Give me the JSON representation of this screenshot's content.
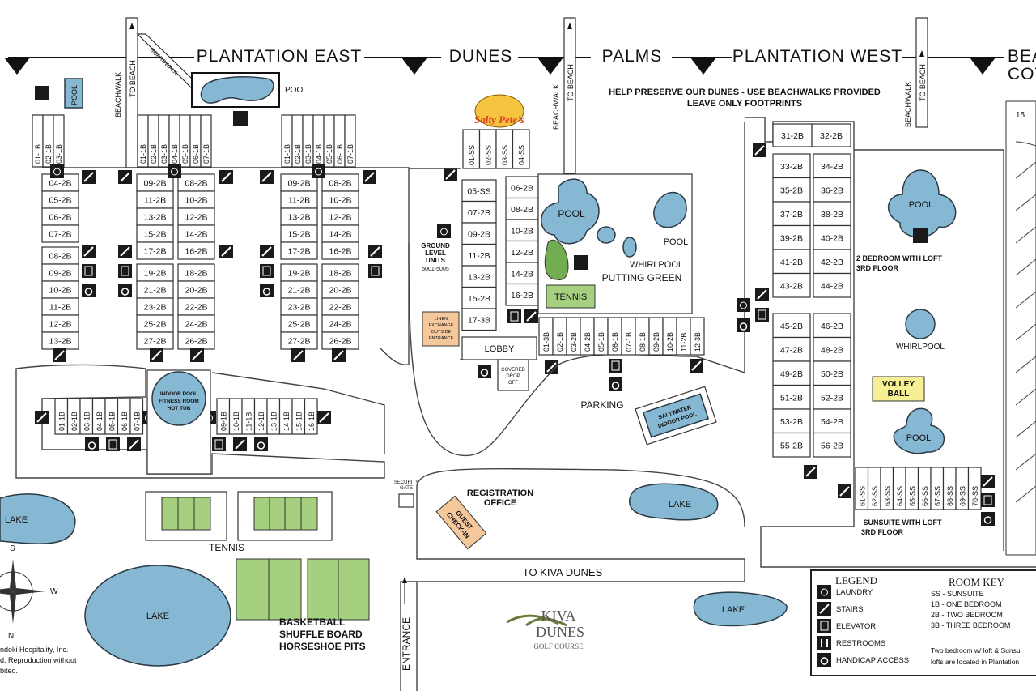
{
  "headers": [
    "PLANTATION EAST",
    "DUNES",
    "PALMS",
    "PLANTATION WEST",
    "BEA",
    "COT"
  ],
  "notice": {
    "line1": "HELP PRESERVE OUR DUNES - USE BEACHWALKS PROVIDED",
    "line2": "LEAVE ONLY FOOTPRINTS"
  },
  "beachwalk": {
    "label": "BEACHWALK",
    "to_beach": "TO BEACH",
    "boardwalk": "BOARDWALK"
  },
  "amenities": {
    "pool": "POOL",
    "whirlpool": "WHIRLPOOL",
    "putting_green": "PUTTING GREEN",
    "tennis": "TENNIS",
    "lobby": "LOBBY",
    "covered_drop_off": [
      "COVERED",
      "DROP",
      "OFF"
    ],
    "parking": "PARKING",
    "saltwater_pool": [
      "SALTWATER",
      "INDOOR POOL"
    ],
    "indoor_pool": [
      "INDOOR POOL",
      "FITNESS ROOM",
      "HOT TUB"
    ],
    "ground_level": [
      "GROUND",
      "LEVEL",
      "UNITS",
      "5001-5005"
    ],
    "linen": [
      "LINEN",
      "EXCHANGE",
      "OUTSIDE",
      "ENTRANCE"
    ],
    "two_bed_loft": [
      "2 BEDROOM WITH LOFT",
      "3RD FLOOR"
    ],
    "volley_ball": [
      "VOLLEY",
      "BALL"
    ],
    "sunsuite_loft": [
      "SUNSUITE WITH LOFT",
      "3RD FLOOR"
    ],
    "security_gate": [
      "SECURITY",
      "GATE"
    ],
    "registration": [
      "REGISTRATION",
      "OFFICE"
    ],
    "guest_checkin": [
      "GUEST",
      "CHECK-IN"
    ],
    "lake": "LAKE",
    "to_kiva": "TO KIVA DUNES",
    "entrance": "ENTRANCE",
    "basketball": [
      "BASKETBALL",
      "SHUFFLE BOARD",
      "HORSESHOE PITS"
    ],
    "logo": "Salty Pete's",
    "kiva_logo": [
      "KIVA",
      "DUNES",
      "GOLF COURSE"
    ],
    "cottage_num": "15"
  },
  "compass": {
    "s": "S",
    "w": "W",
    "n": "N"
  },
  "copyright": [
    "ndoki Hospitality, Inc.",
    "d. Reproduction without",
    "bited."
  ],
  "legend": {
    "title": "LEGEND",
    "items": [
      "LAUNDRY",
      "STAIRS",
      "ELEVATOR",
      "RESTROOMS",
      "HANDICAP ACCESS"
    ]
  },
  "room_key": {
    "title": "ROOM KEY",
    "items": [
      "SS - SUNSUITE",
      "1B - ONE BEDROOM",
      "2B - TWO BEDROOM",
      "3B - THREE BEDROOM"
    ],
    "note": [
      "Two bedroom w/ loft & Sunsu",
      "lofts are located in Plantation"
    ]
  },
  "units": {
    "pe1_top": [
      "01-1B",
      "02-1B",
      "03-1B"
    ],
    "pe1_col": [
      "04-2B",
      "05-2B",
      "06-2B",
      "07-2B",
      "08-2B",
      "09-2B",
      "10-2B",
      "11-2B",
      "12-2B",
      "13-2B"
    ],
    "pe2_top": [
      "01-1B",
      "02-1B",
      "03-1B",
      "04-1B",
      "05-1B",
      "06-1B",
      "07-1B"
    ],
    "pe2_left": [
      "09-2B",
      "11-2B",
      "13-2B",
      "15-2B",
      "17-2B",
      "19-2B",
      "21-2B",
      "23-2B",
      "25-2B",
      "27-2B"
    ],
    "pe2_right": [
      "08-2B",
      "10-2B",
      "12-2B",
      "14-2B",
      "16-2B",
      "18-2B",
      "20-2B",
      "22-2B",
      "24-2B",
      "26-2B"
    ],
    "pe3_top": [
      "01-1B",
      "02-1B",
      "03-1B",
      "04-1B",
      "05-1B",
      "06-1B",
      "07-1B"
    ],
    "pe3_left": [
      "09-2B",
      "11-2B",
      "13-2B",
      "15-2B",
      "17-2B",
      "19-2B",
      "21-2B",
      "23-2B",
      "25-2B",
      "27-2B"
    ],
    "pe3_right": [
      "08-2B",
      "10-2B",
      "12-2B",
      "14-2B",
      "16-2B",
      "18-2B",
      "20-2B",
      "22-2B",
      "24-2B",
      "26-2B"
    ],
    "pe_bottom_left": [
      "01-1B",
      "02-1B",
      "03-1B",
      "04-1B",
      "05-1B",
      "06-1B",
      "07-1B"
    ],
    "pe_bottom_right": [
      "09-1B",
      "10-1B",
      "11-1B",
      "12-1B",
      "13-1B",
      "14-1B",
      "15-1B",
      "16-1B"
    ],
    "dunes_top": [
      "01-SS",
      "02-SS",
      "03-SS",
      "04-SS"
    ],
    "dunes_left": [
      "05-SS",
      "07-2B",
      "09-2B",
      "11-2B",
      "13-2B",
      "15-2B",
      "17-3B"
    ],
    "dunes_right": [
      "06-2B",
      "08-2B",
      "10-2B",
      "12-2B",
      "14-2B",
      "16-2B"
    ],
    "dunes_row": [
      "01-3B",
      "02-1B",
      "03-2B",
      "04-2B",
      "05-1B",
      "06-1B",
      "07-1B",
      "08-1B",
      "09-2B",
      "10-2B",
      "11-2B",
      "12-3B"
    ],
    "pw_top": [
      "31-2B",
      "32-2B"
    ],
    "pw_left": [
      "33-2B",
      "35-2B",
      "37-2B",
      "39-2B",
      "41-2B",
      "43-2B",
      "45-2B",
      "47-2B",
      "49-2B",
      "51-2B",
      "53-2B",
      "55-2B"
    ],
    "pw_right": [
      "34-2B",
      "36-2B",
      "38-2B",
      "40-2B",
      "42-2B",
      "44-2B",
      "46-2B",
      "48-2B",
      "50-2B",
      "52-2B",
      "54-2B",
      "56-2B"
    ],
    "pw_bottom": [
      "61-SS",
      "62-SS",
      "63-SS",
      "64-SS",
      "65-SS",
      "66-SS",
      "67-SS",
      "68-SS",
      "69-SS",
      "70-SS"
    ]
  }
}
